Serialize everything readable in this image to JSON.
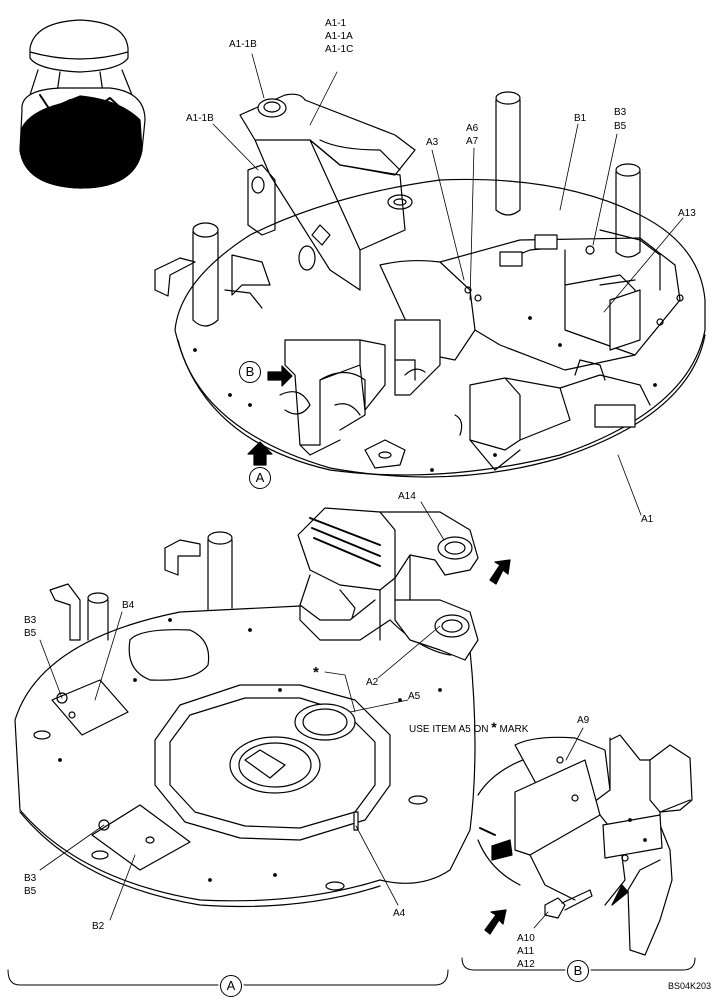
{
  "labels": {
    "a1_1_group": [
      "A1-1",
      "A1-1A",
      "A1-1C"
    ],
    "a1_1b_top": "A1-1B",
    "a1_1b_left": "A1-1B",
    "a3": "A3",
    "a6_a7": [
      "A6",
      "A7"
    ],
    "b1": "B1",
    "b3_b5_top": [
      "B3",
      "B5"
    ],
    "a13": "A13",
    "a1": "A1",
    "a14": "A14",
    "a2": "A2",
    "a5": "A5",
    "b4": "B4",
    "b3_b5_left": [
      "B3",
      "B5"
    ],
    "b3_b5_bottom": [
      "B3",
      "B5"
    ],
    "b2": "B2",
    "a4": "A4",
    "a9": "A9",
    "a10_group": [
      "A10",
      "A11",
      "A12"
    ]
  },
  "note": {
    "prefix": "USE ITEM A5 ON",
    "star": "*",
    "suffix": "MARK"
  },
  "callouts": {
    "view_b_arrow": "B",
    "view_a_arrow": "A",
    "section_a": "A",
    "section_b": "B"
  },
  "star_marker": "*",
  "figure_code": "BS04K203"
}
